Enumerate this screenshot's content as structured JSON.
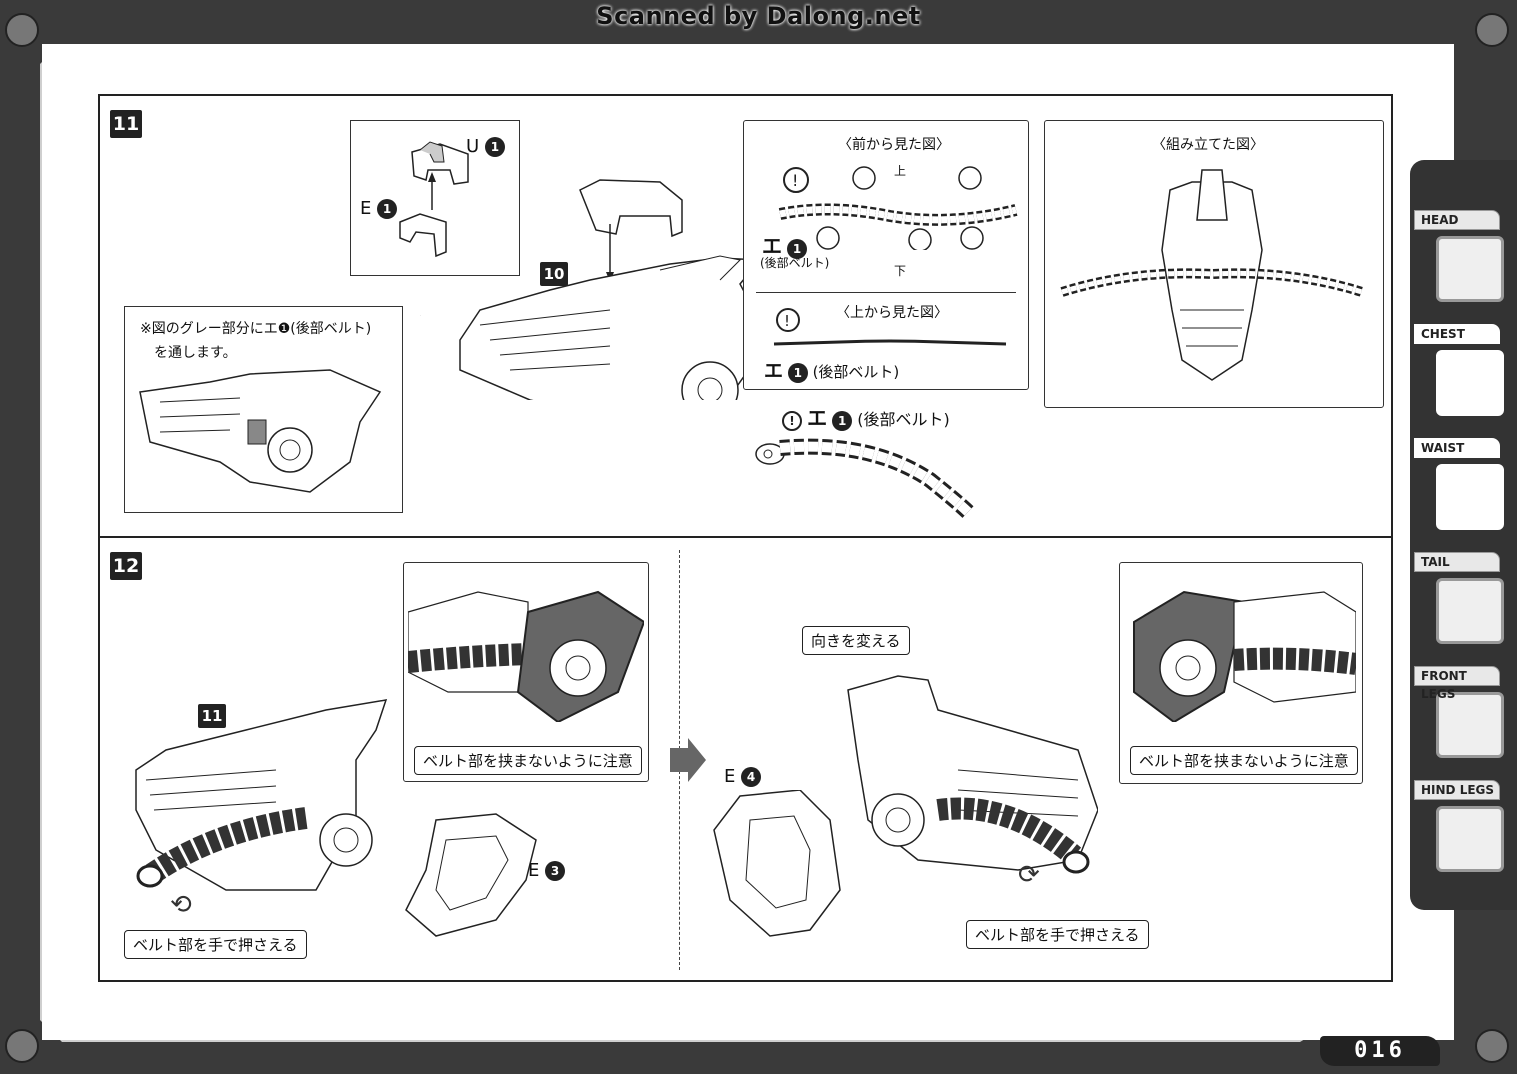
{
  "watermark": "Scanned by Dalong.net",
  "page_number": "016",
  "sidebar": {
    "items": [
      {
        "label": "HEAD",
        "icon": "wolf-head-icon",
        "active": false
      },
      {
        "label": "CHEST",
        "icon": "chest-icon",
        "active": true
      },
      {
        "label": "WAIST",
        "icon": "waist-icon",
        "active": true
      },
      {
        "label": "TAIL",
        "icon": "tail-icon",
        "active": false
      },
      {
        "label": "FRONT LEGS",
        "icon": "front-legs-icon",
        "active": false
      },
      {
        "label": "HIND LEGS",
        "icon": "hind-legs-icon",
        "active": false
      }
    ]
  },
  "step11": {
    "number": "11",
    "part_u": "U",
    "part_u_num": "1",
    "part_e": "E",
    "part_e_num": "1",
    "sub_ref": "10",
    "note_line1": "※図のグレー部分にエ❶(後部ベルト)",
    "note_line2": "を通します。",
    "front_view_title": "〈前から見た図〉",
    "top_label": "上",
    "bottom_label": "下",
    "belt_part": "エ",
    "belt_part_num": "1",
    "belt_name": "(後部ベルト)",
    "top_view_title": "〈上から見た図〉",
    "belt_label_top": "(後部ベルト)",
    "belt_label_main": "(後部ベルト)",
    "assembled_title": "〈組み立てた図〉"
  },
  "step12": {
    "number": "12",
    "sub_ref": "11",
    "caution_left": "ベルト部を挟まないように注意",
    "caution_right": "ベルト部を挟まないように注意",
    "press_left": "ベルト部を手で押さえる",
    "press_right": "ベルト部を手で押さえる",
    "turn_label": "向きを変える",
    "part_e3": "E",
    "part_e3_num": "3",
    "part_e4": "E",
    "part_e4_num": "4"
  }
}
